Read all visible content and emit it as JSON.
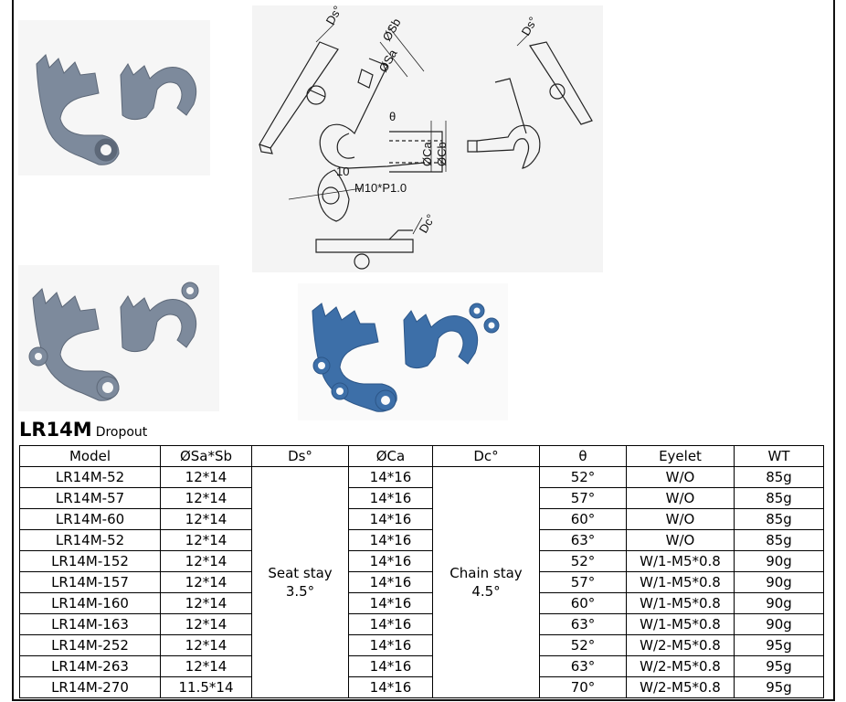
{
  "heading": {
    "model": "LR14M",
    "subtitle": "Dropout"
  },
  "drawing_labels": {
    "ds_top_left": "Ds°",
    "ds_top_right": "Ds°",
    "sb": "ØSb",
    "sa": "ØSa",
    "theta": "θ",
    "ca": "ØCa",
    "cb": "ØCb",
    "ten": "10",
    "thread": "M10*P1.0",
    "dc": "Dc°"
  },
  "colors": {
    "part_gray": "#7d8a9c",
    "part_blue": "#3d6fa8",
    "line": "#222222"
  },
  "table": {
    "headers": [
      "Model",
      "ØSa*Sb",
      "Ds°",
      "ØCa",
      "Dc°",
      "θ",
      "Eyelet",
      "WT"
    ],
    "ds_value": {
      "line1": "Seat stay",
      "line2": "3.5°"
    },
    "dc_value": {
      "line1": "Chain stay",
      "line2": "4.5°"
    },
    "rows": [
      {
        "model": "LR14M-52",
        "sa": "12*14",
        "ca": "14*16",
        "theta": "52°",
        "eyelet": "W/O",
        "wt": "85g"
      },
      {
        "model": "LR14M-57",
        "sa": "12*14",
        "ca": "14*16",
        "theta": "57°",
        "eyelet": "W/O",
        "wt": "85g"
      },
      {
        "model": "LR14M-60",
        "sa": "12*14",
        "ca": "14*16",
        "theta": "60°",
        "eyelet": "W/O",
        "wt": "85g"
      },
      {
        "model": "LR14M-52",
        "sa": "12*14",
        "ca": "14*16",
        "theta": "63°",
        "eyelet": "W/O",
        "wt": "85g"
      },
      {
        "model": "LR14M-152",
        "sa": "12*14",
        "ca": "14*16",
        "theta": "52°",
        "eyelet": "W/1-M5*0.8",
        "wt": "90g"
      },
      {
        "model": "LR14M-157",
        "sa": "12*14",
        "ca": "14*16",
        "theta": "57°",
        "eyelet": "W/1-M5*0.8",
        "wt": "90g"
      },
      {
        "model": "LR14M-160",
        "sa": "12*14",
        "ca": "14*16",
        "theta": "60°",
        "eyelet": "W/1-M5*0.8",
        "wt": "90g"
      },
      {
        "model": "LR14M-163",
        "sa": "12*14",
        "ca": "14*16",
        "theta": "63°",
        "eyelet": "W/1-M5*0.8",
        "wt": "90g"
      },
      {
        "model": "LR14M-252",
        "sa": "12*14",
        "ca": "14*16",
        "theta": "52°",
        "eyelet": "W/2-M5*0.8",
        "wt": "95g"
      },
      {
        "model": "LR14M-263",
        "sa": "12*14",
        "ca": "14*16",
        "theta": "63°",
        "eyelet": "W/2-M5*0.8",
        "wt": "95g"
      },
      {
        "model": "LR14M-270",
        "sa": "11.5*14",
        "ca": "14*16",
        "theta": "70°",
        "eyelet": "W/2-M5*0.8",
        "wt": "95g"
      }
    ]
  }
}
